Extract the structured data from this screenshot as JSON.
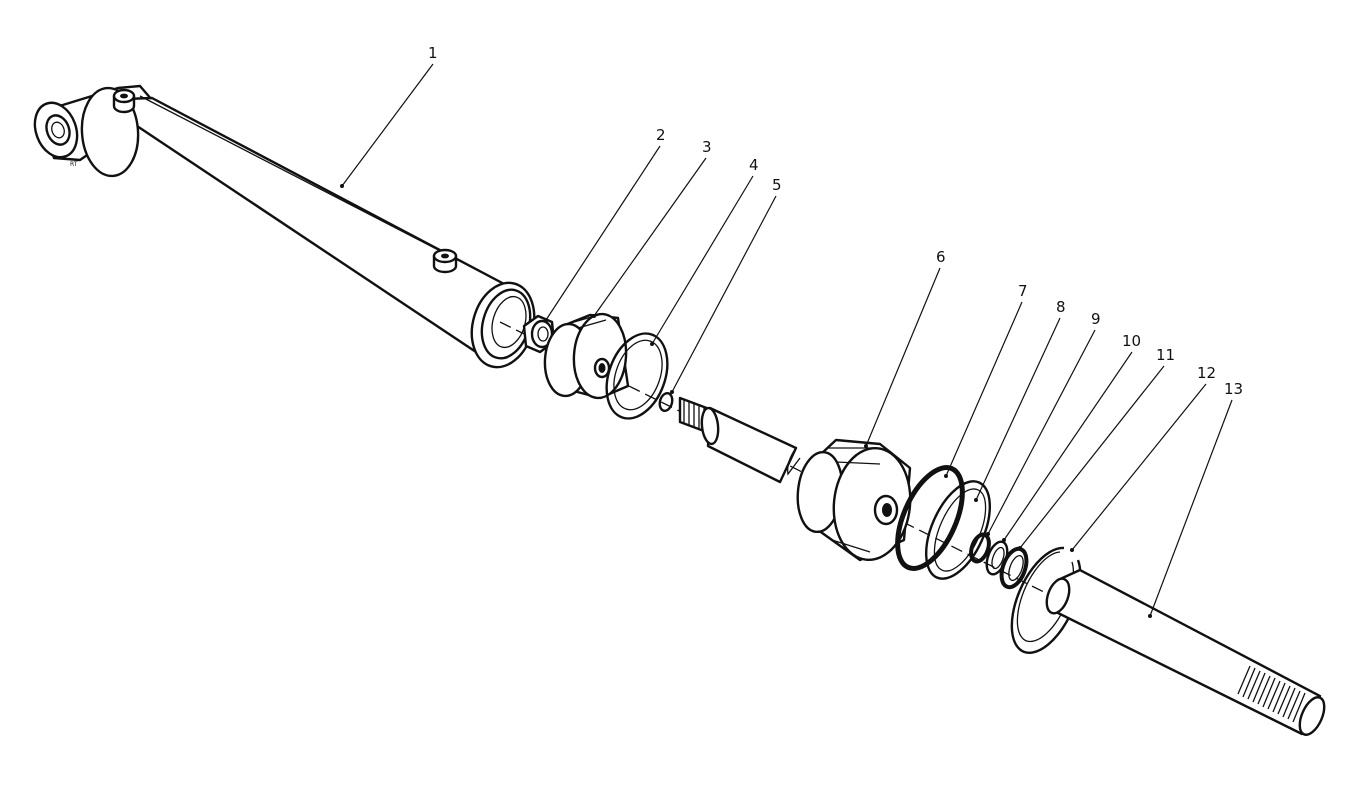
{
  "callouts": [
    {
      "id": "1",
      "label": "1"
    },
    {
      "id": "2",
      "label": "2"
    },
    {
      "id": "3",
      "label": "3"
    },
    {
      "id": "4",
      "label": "4"
    },
    {
      "id": "5",
      "label": "5"
    },
    {
      "id": "6",
      "label": "6"
    },
    {
      "id": "7",
      "label": "7"
    },
    {
      "id": "8",
      "label": "8"
    },
    {
      "id": "9",
      "label": "9"
    },
    {
      "id": "10",
      "label": "10"
    },
    {
      "id": "11",
      "label": "11"
    },
    {
      "id": "12",
      "label": "12"
    },
    {
      "id": "13",
      "label": "13"
    }
  ],
  "barrel_mark": "RT"
}
